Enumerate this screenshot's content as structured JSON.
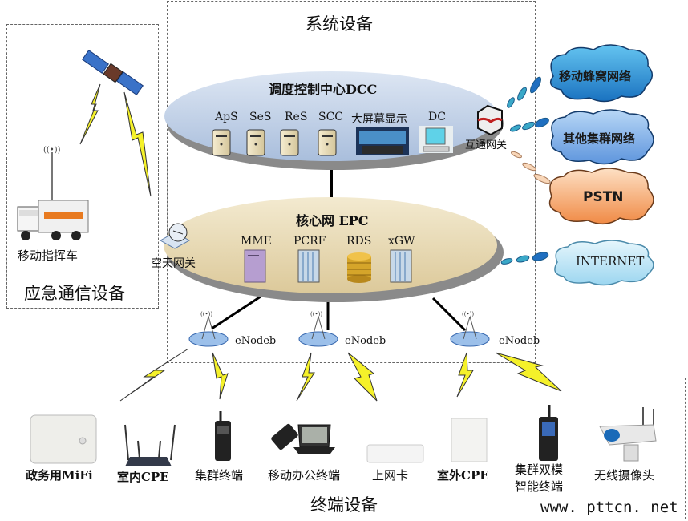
{
  "sections": {
    "system": "系统设备",
    "emergency": "应急通信设备",
    "terminal": "终端设备"
  },
  "dcc": {
    "title": "调度控制中心DCC",
    "items": [
      "ApS",
      "SeS",
      "ReS",
      "SCC",
      "大屏幕显示",
      "DC"
    ],
    "gateway": "互通网关"
  },
  "epc": {
    "title": "核心网 EPC",
    "items": [
      "MME",
      "PCRF",
      "RDS",
      "xGW"
    ],
    "gateway": "空天网关"
  },
  "emergency": {
    "vehicle": "移动指挥车"
  },
  "enodeb": [
    "eNodeb",
    "eNodeb",
    "eNodeb"
  ],
  "external_networks": [
    "移动蜂窝网络",
    "其他集群网络",
    "PSTN",
    "INTERNET"
  ],
  "terminals": [
    "政务用MiFi",
    "室内CPE",
    "集群终端",
    "移动办公终端",
    "上网卡",
    "室外CPE",
    "集群双模智能终端",
    "无线摄像头"
  ],
  "terminal_lines": {
    "dual_mode_1": "集群双模",
    "dual_mode_2": "智能终端"
  },
  "watermark": "www. pttcn. net",
  "colors": {
    "dcc_ellipse": "#c5d4ea",
    "epc_ellipse": "#ecdfbd",
    "cloud_mobile": "#2f9bd6",
    "cloud_trunk": "#7fb0e8",
    "cloud_pstn": "#f4a56a",
    "cloud_internet": "#bfe5f5",
    "lightning": "#f5f12a"
  }
}
